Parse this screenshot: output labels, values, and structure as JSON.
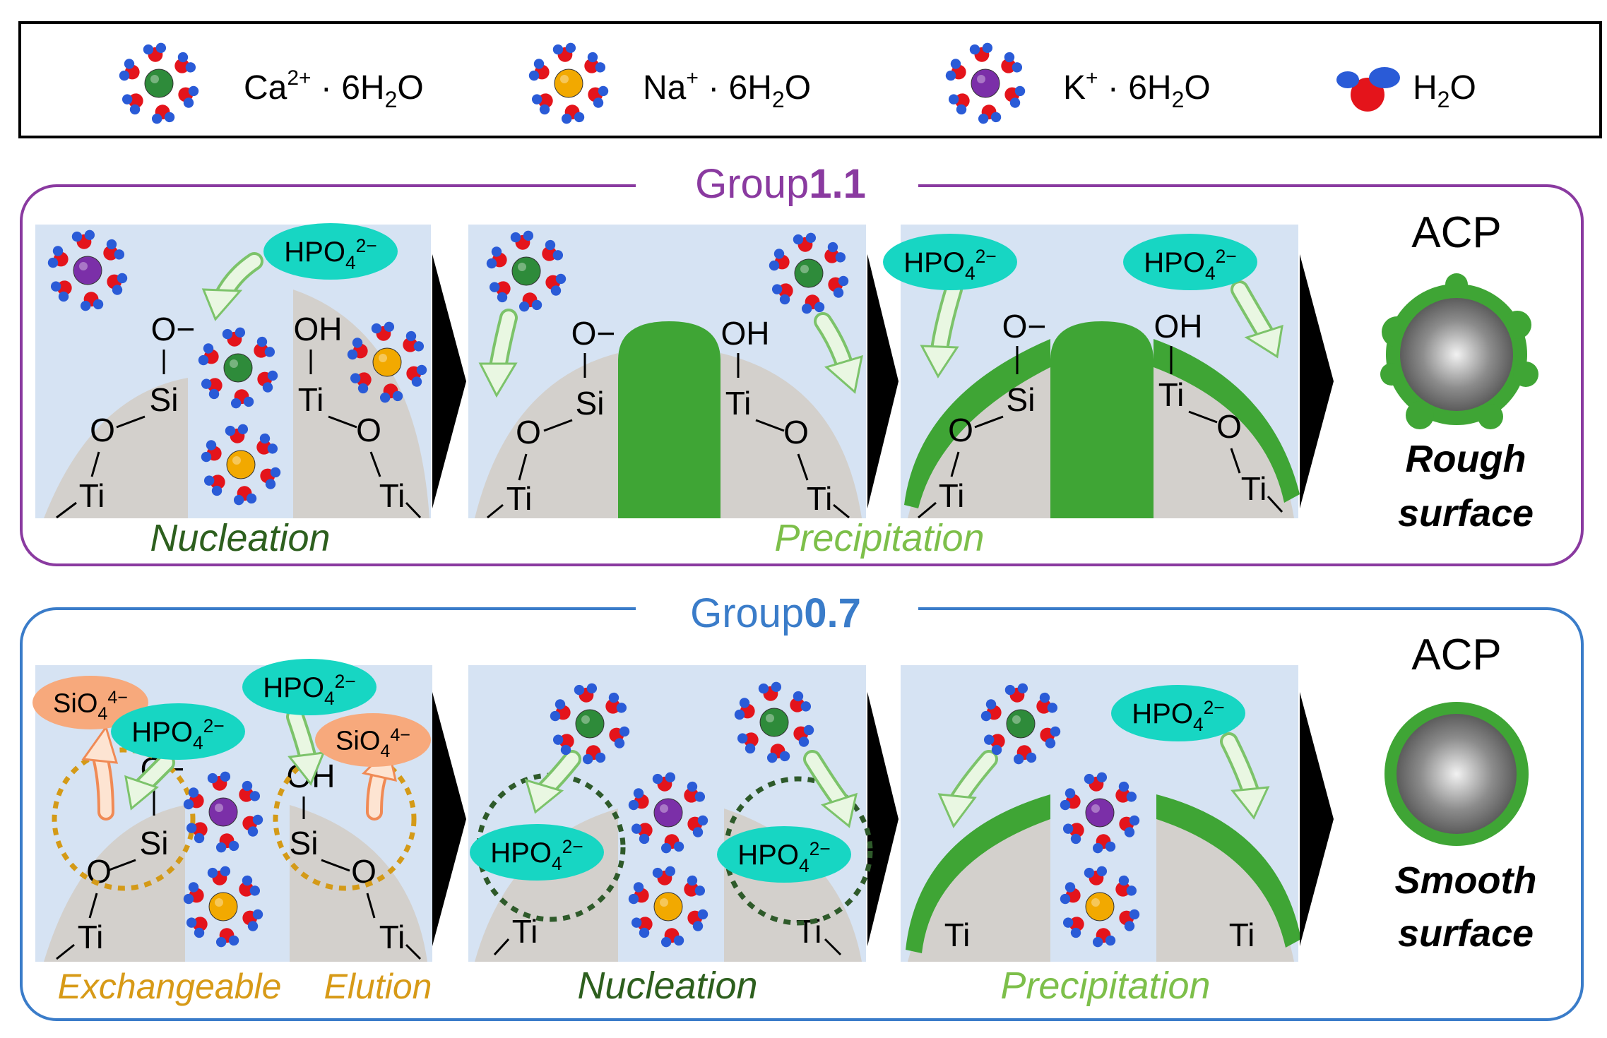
{
  "legend": {
    "ca": {
      "ion": "Ca",
      "charge": "2+",
      "water": "6H",
      "sub": "2",
      "o": "O"
    },
    "na": {
      "ion": "Na",
      "charge": "+",
      "water": "6H",
      "sub": "2",
      "o": "O"
    },
    "k": {
      "ion": "K",
      "charge": "+",
      "water": "6H",
      "sub": "2",
      "o": "O"
    },
    "h2o": {
      "h": "H",
      "sub": "2",
      "o": "O"
    }
  },
  "group1": {
    "title_prefix": "Group",
    "title_value": "1.1",
    "result": "ACP",
    "surface_line1": "Rough",
    "surface_line2": "surface",
    "stage1_label": "Nucleation",
    "stage2_label": "Precipitation"
  },
  "group2": {
    "title_prefix": "Group",
    "title_value": "0.7",
    "result": "ACP",
    "surface_line1": "Smooth",
    "surface_line2": "surface",
    "stage1_label_a": "Exchangeable",
    "stage1_label_b": "Elution",
    "stage2_label": "Nucleation",
    "stage3_label": "Precipitation"
  },
  "chem": {
    "hpo4": "HPO",
    "hpo4_sub": "4",
    "hpo4_charge": "2−",
    "sio4": "SiO",
    "sio4_sub": "4",
    "sio4_charge": "4−",
    "o_minus": "O−",
    "oh": "OH",
    "o": "O",
    "si": "Si",
    "ti": "Ti"
  },
  "colors": {
    "ca": "#2e8b3a",
    "na": "#f2a900",
    "k": "#7b2fa8",
    "group1_border": "#8a3aa0",
    "group2_border": "#3a7cc9",
    "panel_bg": "#d6e3f3",
    "substrate": "#d3d0cc",
    "film": "#3fa535",
    "ellipse": "#17d6c3",
    "orange": "#f7a97c"
  }
}
